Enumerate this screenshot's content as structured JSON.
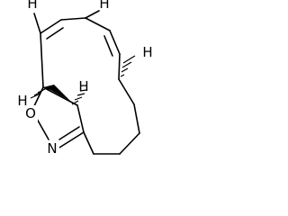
{
  "molecule": {
    "atoms": {
      "h_top_left": "H",
      "h_top_right": "H",
      "h_right": "H",
      "h_left": "H",
      "h_center": "H",
      "oxygen": "O",
      "nitrogen": "N"
    }
  }
}
